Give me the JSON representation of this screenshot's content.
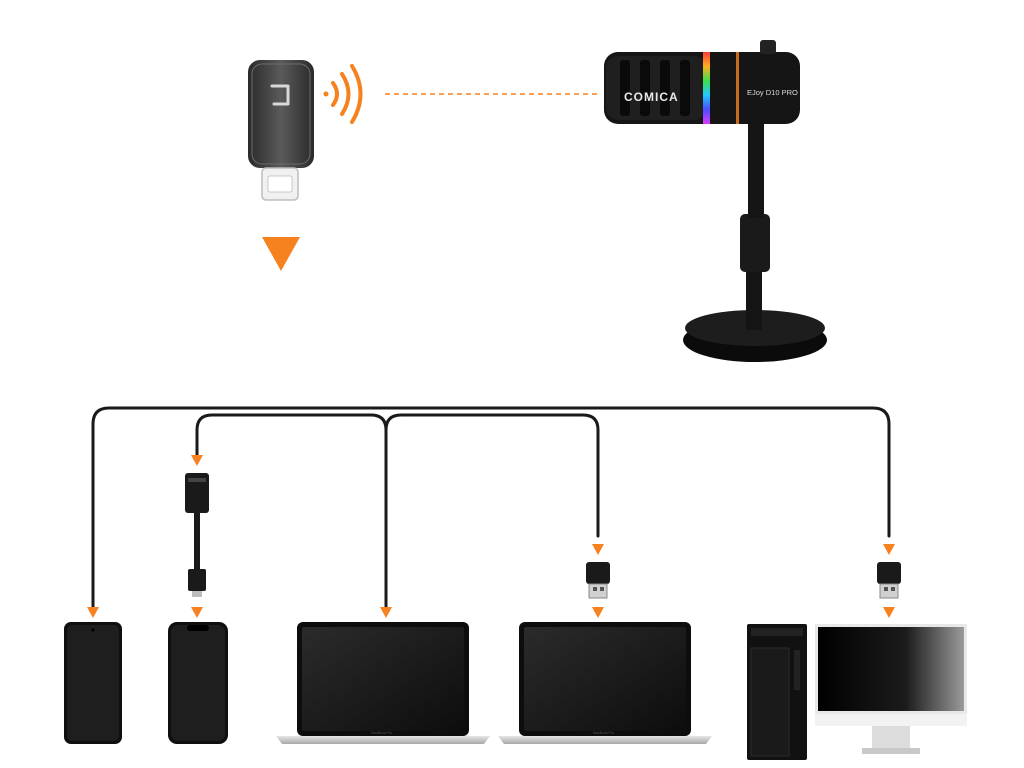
{
  "microphone": {
    "brand": "COMICA",
    "model": "EJoy D10 PRO"
  },
  "devices": {
    "laptop1_label": "MacBook Pro",
    "laptop2_label": "MacBook Pro"
  },
  "colors": {
    "accent": "#F5821F",
    "cable": "#1a1a1a",
    "device_dark": "#111111",
    "receiver_body": "#3a3a3a"
  },
  "icons": [
    "wireless-signal-icon",
    "down-arrow-icon"
  ]
}
